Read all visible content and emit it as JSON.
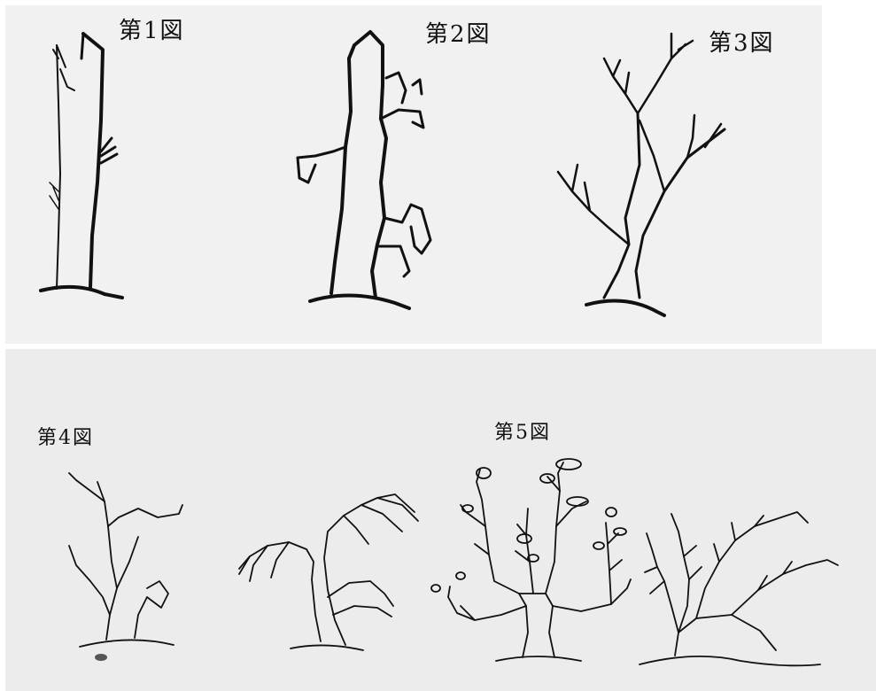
{
  "figures": {
    "fig1": {
      "label": "第1図"
    },
    "fig2": {
      "label": "第2図"
    },
    "fig3": {
      "label": "第3図"
    },
    "fig4": {
      "label": "第4図"
    },
    "fig5": {
      "label": "第5図"
    }
  },
  "colors": {
    "ink": "#111111",
    "paper_top": "#f1f1f1",
    "paper_bottom": "#ececec"
  }
}
